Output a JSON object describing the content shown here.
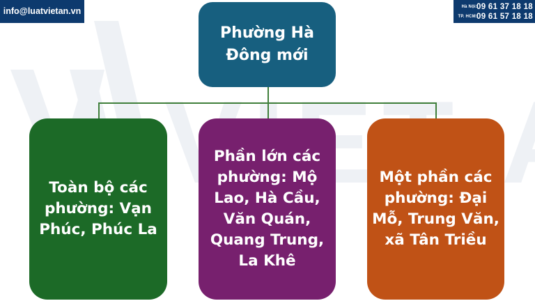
{
  "header": {
    "email": "info@luatvietan.vn",
    "phones": [
      {
        "label": "Hà Nội:",
        "number": "09 61 37 18 18"
      },
      {
        "label": "TP. HCM:",
        "number": "09 61 57 18 18"
      }
    ]
  },
  "watermark": {
    "text": "VIET AN"
  },
  "diagram": {
    "root": {
      "label": "Phường Hà Đông mới",
      "color": "#175f7f"
    },
    "children": [
      {
        "label": "Toàn bộ các phường: Vạn Phúc, Phúc La",
        "color": "#1c6a27"
      },
      {
        "label": "Phần lớn các phường: Mộ Lao, Hà Cầu, Văn Quán, Quang Trung, La Khê",
        "color": "#77206e"
      },
      {
        "label": "Một phần các phường: Đại Mỗ, Trung Văn, xã Tân Triều",
        "color": "#c05216"
      }
    ],
    "connector_color": "#3f7f3a"
  }
}
